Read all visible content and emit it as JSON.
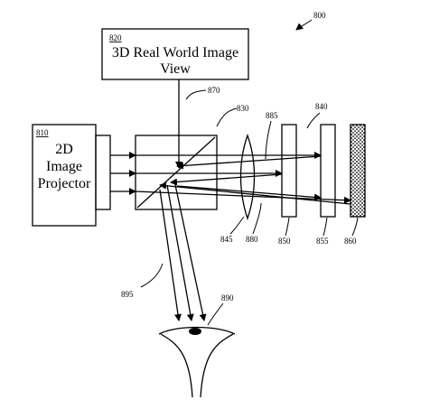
{
  "figure_number": "800",
  "projector": {
    "ref": "810",
    "lines": [
      "2D",
      "Image",
      "Projector"
    ]
  },
  "real_world_view": {
    "ref": "820",
    "lines": [
      "3D Real World Image",
      "View"
    ]
  },
  "refs": {
    "beam_splitter": "830",
    "optical_stack": "840",
    "lens": "845",
    "plate_850": "850",
    "plate_855": "855",
    "reflector": "860",
    "light_path_870": "870",
    "lens_880": "880",
    "light_885": "885",
    "eye": "890",
    "light_895": "895"
  }
}
